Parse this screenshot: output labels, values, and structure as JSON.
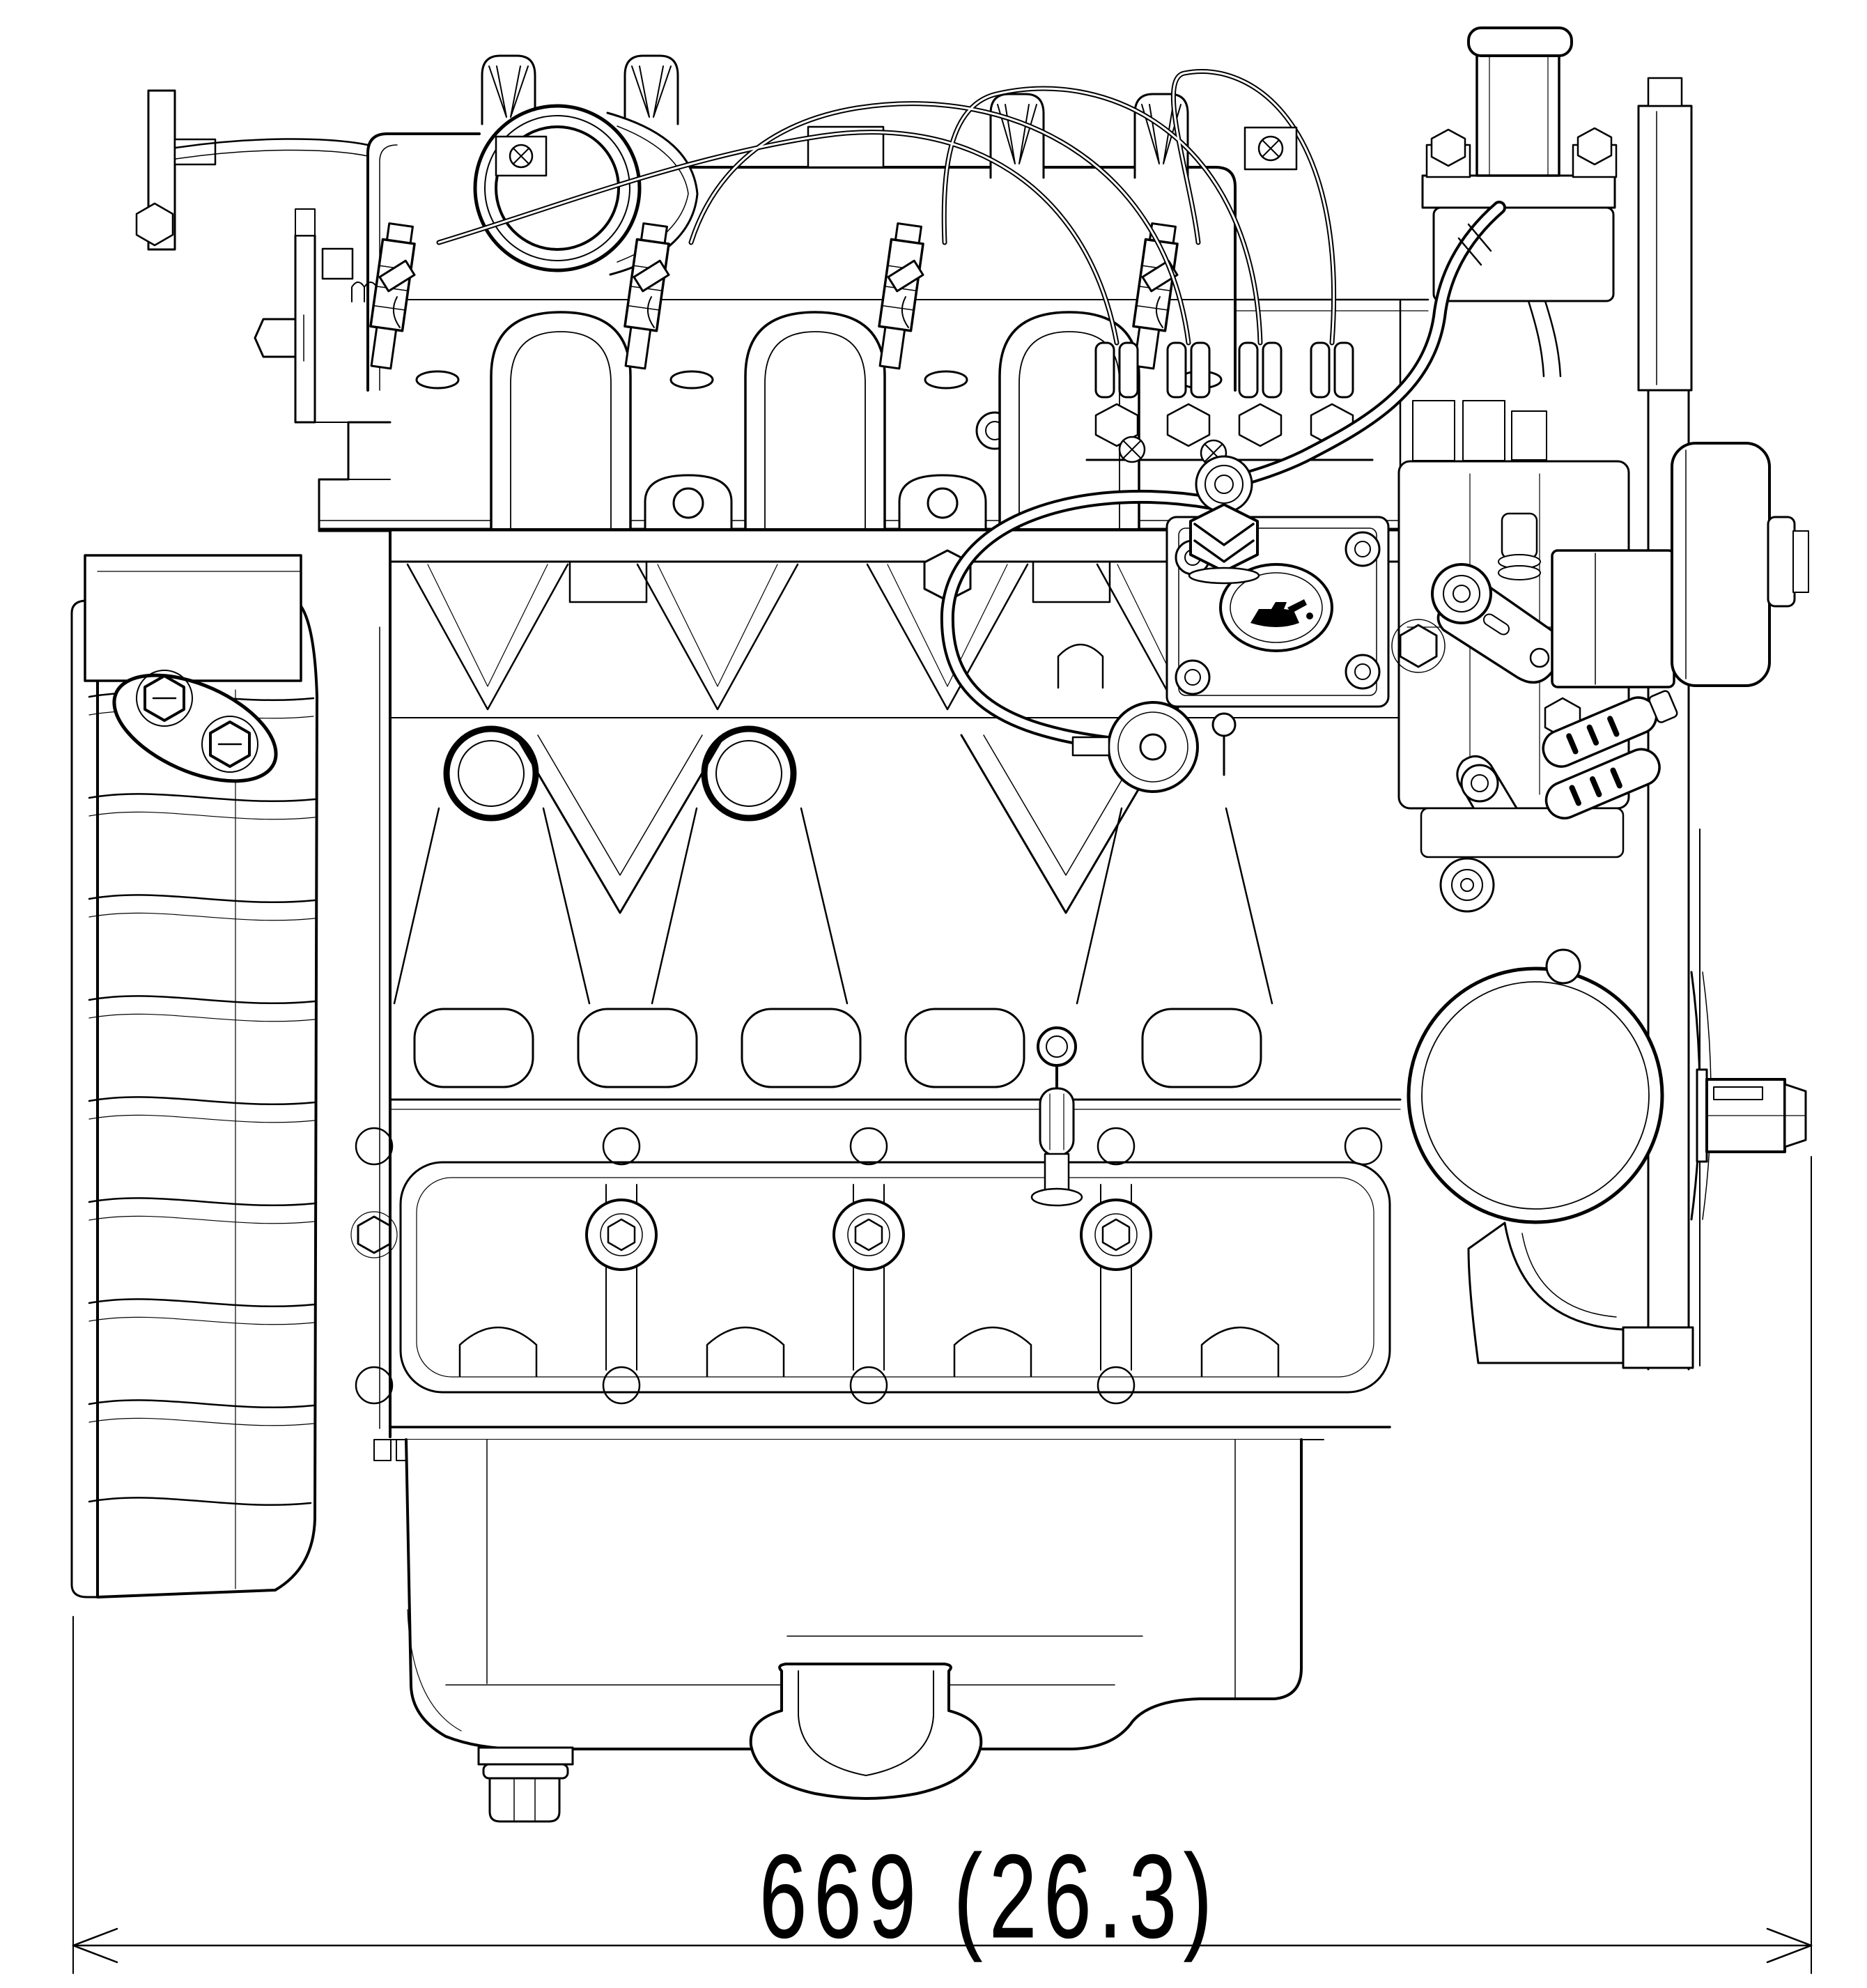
{
  "drawing": {
    "background_color": "#ffffff",
    "line_color": "#000000"
  },
  "dimension": {
    "label": "669 (26.3)",
    "millimeters": "669",
    "inches": "26.3"
  }
}
